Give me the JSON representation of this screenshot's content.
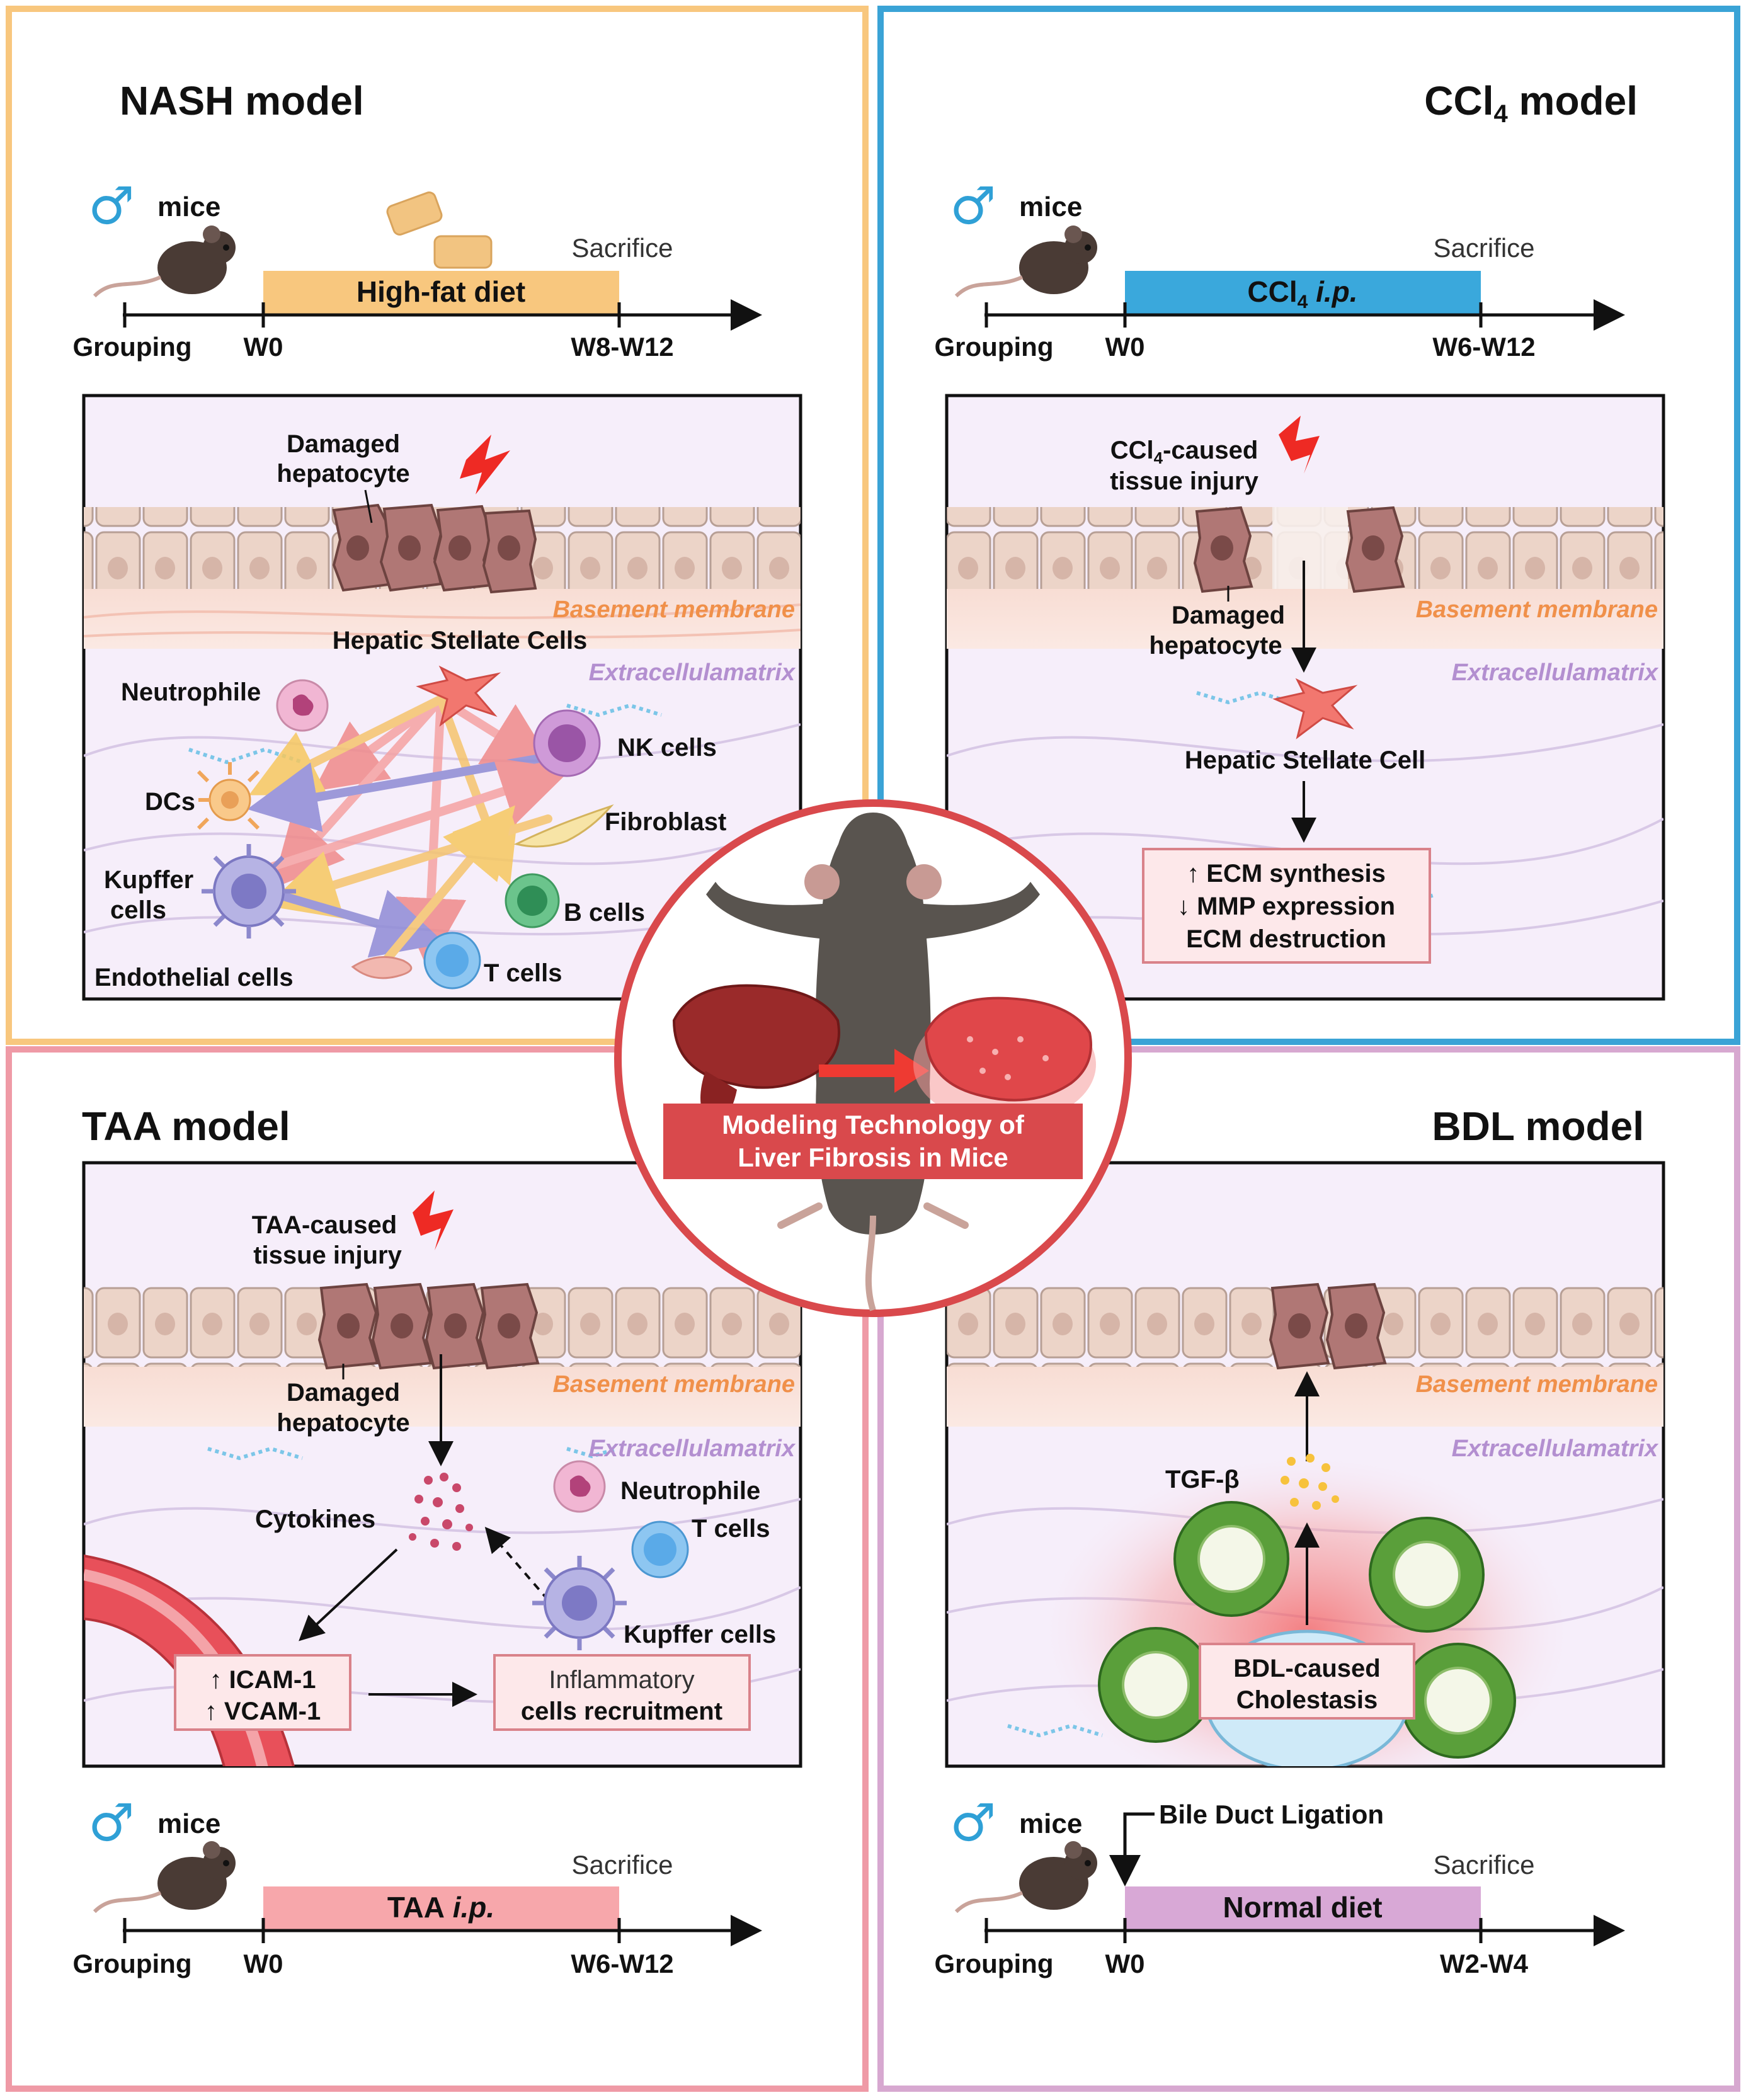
{
  "center": {
    "line1": "Modeling Technology of",
    "line2": "Liver Fibrosis in Mice"
  },
  "nash": {
    "title": "NASH model",
    "mice": "mice",
    "sex_symbol": "♂",
    "bar": "High-fat diet",
    "sacrifice": "Sacrifice",
    "grouping": "Grouping",
    "w0": "W0",
    "wend": "W8-W12",
    "damaged_1": "Damaged",
    "damaged_2": "hepatocyte",
    "basement": "Basement membrane",
    "ecm": "Extracellulamatrix",
    "hsc": "Hepatic Stellate Cells",
    "neutrophile": "Neutrophile",
    "nk": "NK cells",
    "dcs": "DCs",
    "fibroblast": "Fibroblast",
    "kupffer_1": "Kupffer",
    "kupffer_2": "cells",
    "bcells": "B cells",
    "endothelial": "Endothelial cells",
    "tcells": "T cells"
  },
  "ccl4": {
    "title": "CCl",
    "title_sub": "4",
    "title_rest": " model",
    "mice": "mice",
    "sex_symbol": "♂",
    "bar": "CCl",
    "bar_sub": "4",
    "bar_ip": " i.p.",
    "sacrifice": "Sacrifice",
    "grouping": "Grouping",
    "w0": "W0",
    "wend": "W6-W12",
    "injury_1a": "CCl",
    "injury_1sub": "4",
    "injury_1b": "-caused",
    "injury_2": "tissue injury",
    "damaged_1": "Damaged",
    "damaged_2": "hepatocyte",
    "basement": "Basement membrane",
    "ecm": "Extracellulamatrix",
    "hsc": "Hepatic Stellate Cell",
    "effect_1": "↑ ECM synthesis",
    "effect_2": "↓ MMP expression",
    "effect_3": "ECM destruction"
  },
  "taa": {
    "title": "TAA model",
    "mice": "mice",
    "sex_symbol": "♂",
    "bar_a": "TAA",
    "bar_ip": " i.p.",
    "sacrifice": "Sacrifice",
    "grouping": "Grouping",
    "w0": "W0",
    "wend": "W6-W12",
    "injury_1": "TAA-caused",
    "injury_2": "tissue injury",
    "damaged_1": "Damaged",
    "damaged_2": "hepatocyte",
    "basement": "Basement membrane",
    "ecm": "Extracellulamatrix",
    "cytokines": "Cytokines",
    "neutrophile": "Neutrophile",
    "tcells": "T cells",
    "kupffer": "Kupffer cells",
    "icam": "↑ ICAM-1",
    "vcam": "↑ VCAM-1",
    "recruit_1": "Inflammatory",
    "recruit_2": "cells recruitment"
  },
  "bdl": {
    "title": "BDL model",
    "mice": "mice",
    "sex_symbol": "♂",
    "ligation": "Bile Duct Ligation",
    "bar": "Normal diet",
    "sacrifice": "Sacrifice",
    "grouping": "Grouping",
    "w0": "W0",
    "wend": "W2-W4",
    "basement": "Basement membrane",
    "ecm": "Extracellulamatrix",
    "tgf": "TGF-β",
    "chole_1": "BDL-caused",
    "chole_2": "Cholestasis"
  },
  "colors": {
    "nash_border": "#f8c77e",
    "ccl4_border": "#3aa3d6",
    "taa_border": "#ef9aa6",
    "bdl_border": "#d7a8d0",
    "hfd_bar": "#f8c77e",
    "ccl4_bar": "#3aa8dc",
    "taa_bar": "#f7a7ab",
    "normal_bar": "#d8a8d6",
    "center_red": "#d9494c",
    "male_blue": "#2fa0d6"
  }
}
